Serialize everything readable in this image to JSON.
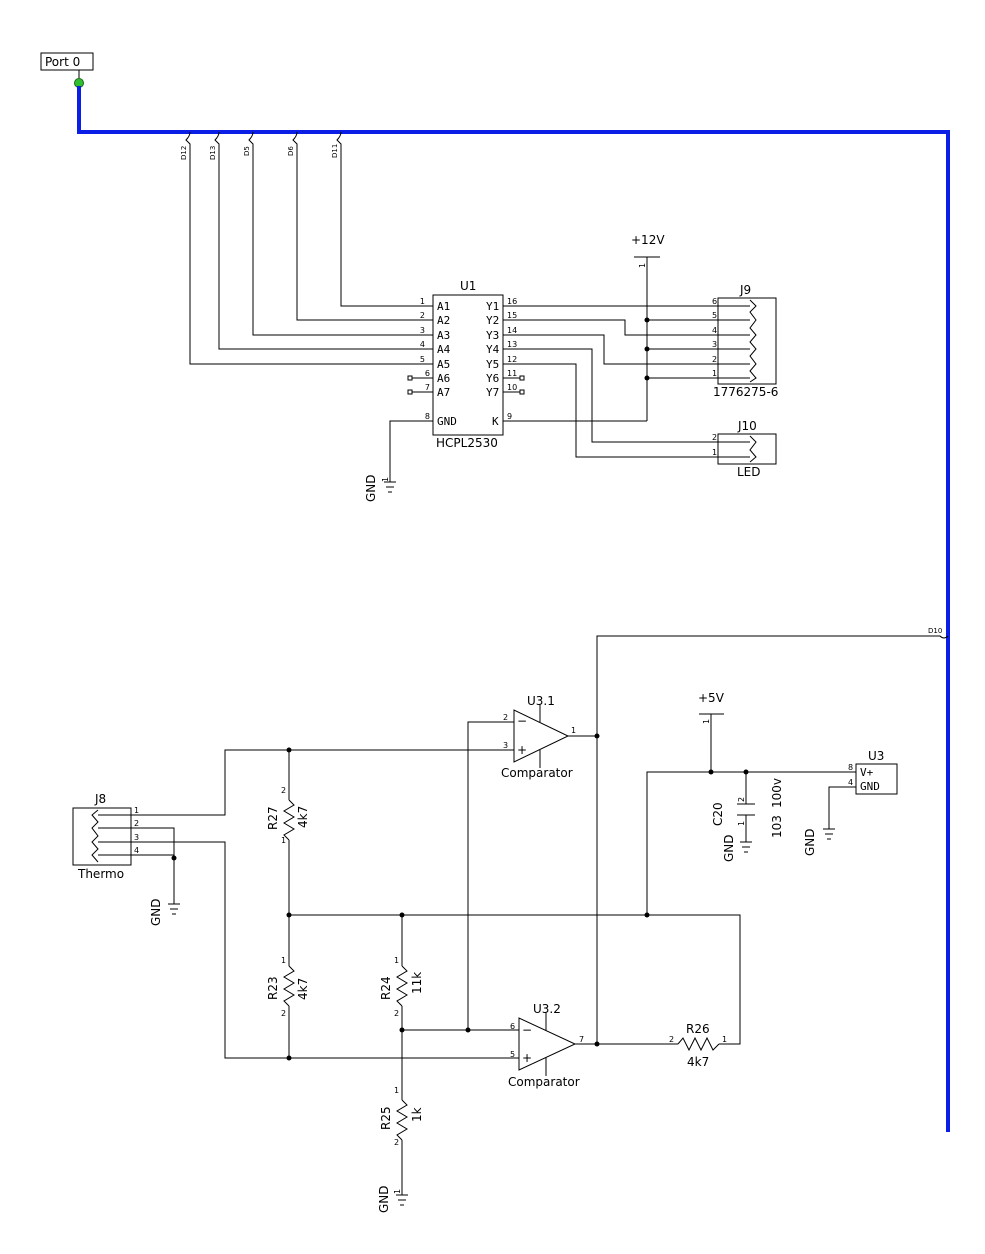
{
  "port": {
    "label": "Port 0",
    "color": "#2fbf2f"
  },
  "bus": {
    "color": "#0a1ee6"
  },
  "nets": {
    "d12": "D12",
    "d13": "D13",
    "d5": "D5",
    "d6": "D6",
    "d11": "D11",
    "d10": "D10"
  },
  "u1": {
    "ref": "U1",
    "value": "HCPL2530",
    "left_pins": [
      {
        "num": "1",
        "name": "A1"
      },
      {
        "num": "2",
        "name": "A2"
      },
      {
        "num": "3",
        "name": "A3"
      },
      {
        "num": "4",
        "name": "A4"
      },
      {
        "num": "5",
        "name": "A5"
      },
      {
        "num": "6",
        "name": "A6"
      },
      {
        "num": "7",
        "name": "A7"
      },
      {
        "num": "8",
        "name": "GND"
      }
    ],
    "right_pins": [
      {
        "num": "16",
        "name": "Y1"
      },
      {
        "num": "15",
        "name": "Y2"
      },
      {
        "num": "14",
        "name": "Y3"
      },
      {
        "num": "13",
        "name": "Y4"
      },
      {
        "num": "12",
        "name": "Y5"
      },
      {
        "num": "11",
        "name": "Y6"
      },
      {
        "num": "10",
        "name": "Y7"
      },
      {
        "num": "9",
        "name": "K"
      }
    ]
  },
  "power": {
    "p12": "+12V",
    "p5": "+5V",
    "gnd": "GND",
    "pin1": "1",
    "pin2": "2"
  },
  "j9": {
    "ref": "J9",
    "value": "1776275-6",
    "pins": [
      "6",
      "5",
      "4",
      "3",
      "2",
      "1"
    ]
  },
  "j10": {
    "ref": "J10",
    "value": "LED",
    "pins": [
      "2",
      "1"
    ]
  },
  "j8": {
    "ref": "J8",
    "value": "Thermo",
    "pins": [
      "1",
      "2",
      "3",
      "4"
    ]
  },
  "u3_1": {
    "ref": "U3.1",
    "value": "Comparator",
    "in_minus": "2",
    "in_plus": "3",
    "out": "1"
  },
  "u3_2": {
    "ref": "U3.2",
    "value": "Comparator",
    "in_minus": "6",
    "in_plus": "5",
    "out": "7"
  },
  "u3": {
    "ref": "U3",
    "vplus": "V+",
    "gnd": "GND",
    "pin_vplus": "8",
    "pin_gnd": "4"
  },
  "c20": {
    "ref": "C20",
    "value": "103",
    "rating": "100v"
  },
  "r27": {
    "ref": "R27",
    "value": "4k7"
  },
  "r23": {
    "ref": "R23",
    "value": "4k7"
  },
  "r24": {
    "ref": "R24",
    "value": "11k"
  },
  "r25": {
    "ref": "R25",
    "value": "1k"
  },
  "r26": {
    "ref": "R26",
    "value": "4k7"
  },
  "symbols": {
    "plus": "+",
    "minus": "−"
  }
}
